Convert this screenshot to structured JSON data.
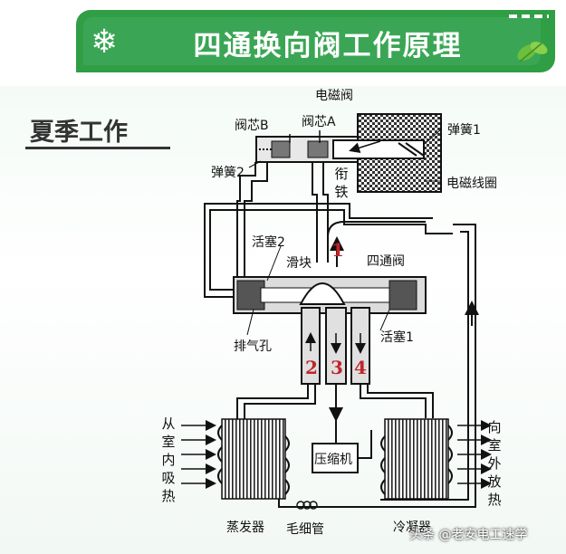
{
  "header": {
    "title": "四通换向阀工作原理",
    "snow_icon": "snowflake-icon",
    "leaf_icon": "leaf-icon",
    "accent_color": "#3aa655"
  },
  "section": {
    "title": "夏季工作"
  },
  "labels": {
    "solenoid_valve": "电磁阀",
    "core_b": "阀芯B",
    "core_a": "阀芯A",
    "spring1": "弹簧1",
    "spring2": "弹簧2",
    "armature": "衔铁",
    "coil": "电磁线圈",
    "piston2": "活塞2",
    "slider": "滑块",
    "four_way": "四通阀",
    "exhaust": "排气孔",
    "piston1": "活塞1",
    "compressor": "压缩机",
    "evaporator": "蒸发器",
    "capillary": "毛细管",
    "condenser": "冷凝器",
    "absorb_heat": "从室内吸热",
    "release_heat": "向室外放热"
  },
  "ports": {
    "p1": "1",
    "p2": "2",
    "p3": "3",
    "p4": "4"
  },
  "watermark": "头条 @老安电工速学"
}
